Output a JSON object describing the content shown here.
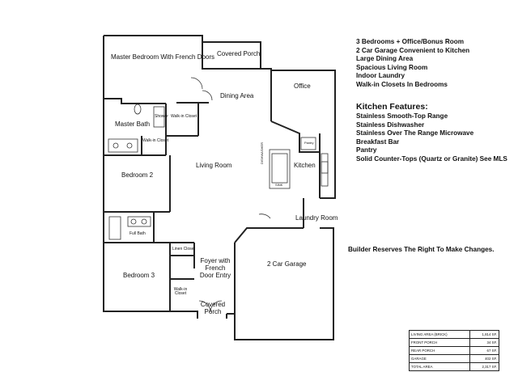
{
  "rooms": {
    "master_bedroom": "Master Bedroom With French Doors",
    "covered_porch_rear": "Covered Porch",
    "dining_area": "Dining Area",
    "office": "Office",
    "master_bath": "Master Bath",
    "walk_in_closet_master": "Walk-in Closet",
    "shower": "Shower",
    "walk_in_closet_2": "Walk-in Closet",
    "pantry": "Pantry",
    "bedroom_2": "Bedroom 2",
    "living_room": "Living Room",
    "kitchen": "Kitchen",
    "dishwasher": "DISHWASHER",
    "sink": "SINK",
    "laundry_room": "Laundry Room",
    "full_bath": "Full Bath",
    "linen_closet": "Linen Closet",
    "bedroom_3": "Bedroom 3",
    "walk_in_closet_3": "Walk-in Closet",
    "foyer": "Foyer with French Door Entry",
    "garage": "2 Car Garage",
    "covered_porch_front": "Covered Porch"
  },
  "features": [
    "3 Bedrooms + Office/Bonus Room",
    "2 Car Garage Convenient to Kitchen",
    "Large Dining Area",
    "Spacious Living Room",
    "Indoor Laundry",
    "Walk-in Closets In Bedrooms"
  ],
  "kitchen_features_title": "Kitchen Features:",
  "kitchen_features": [
    "Stainless Smooth-Top Range",
    "Stainless Dishwasher",
    "Stainless Over The Range Microwave",
    "Breakfast Bar",
    "Pantry",
    "Solid Counter-Tops (Quartz or Granite) See MLS"
  ],
  "builder_note": "Builder Reserves The Right To Make Changes.",
  "area_table": [
    {
      "label": "LIVING AREA (BRICK)",
      "value": "1,814 SF."
    },
    {
      "label": "FRONT PORCH",
      "value": "34 SF."
    },
    {
      "label": "REAR PORCH",
      "value": "67 SF."
    },
    {
      "label": "GARAGE",
      "value": "402 SF."
    },
    {
      "label": "TOTAL AREA",
      "value": "2,317 SF."
    }
  ]
}
